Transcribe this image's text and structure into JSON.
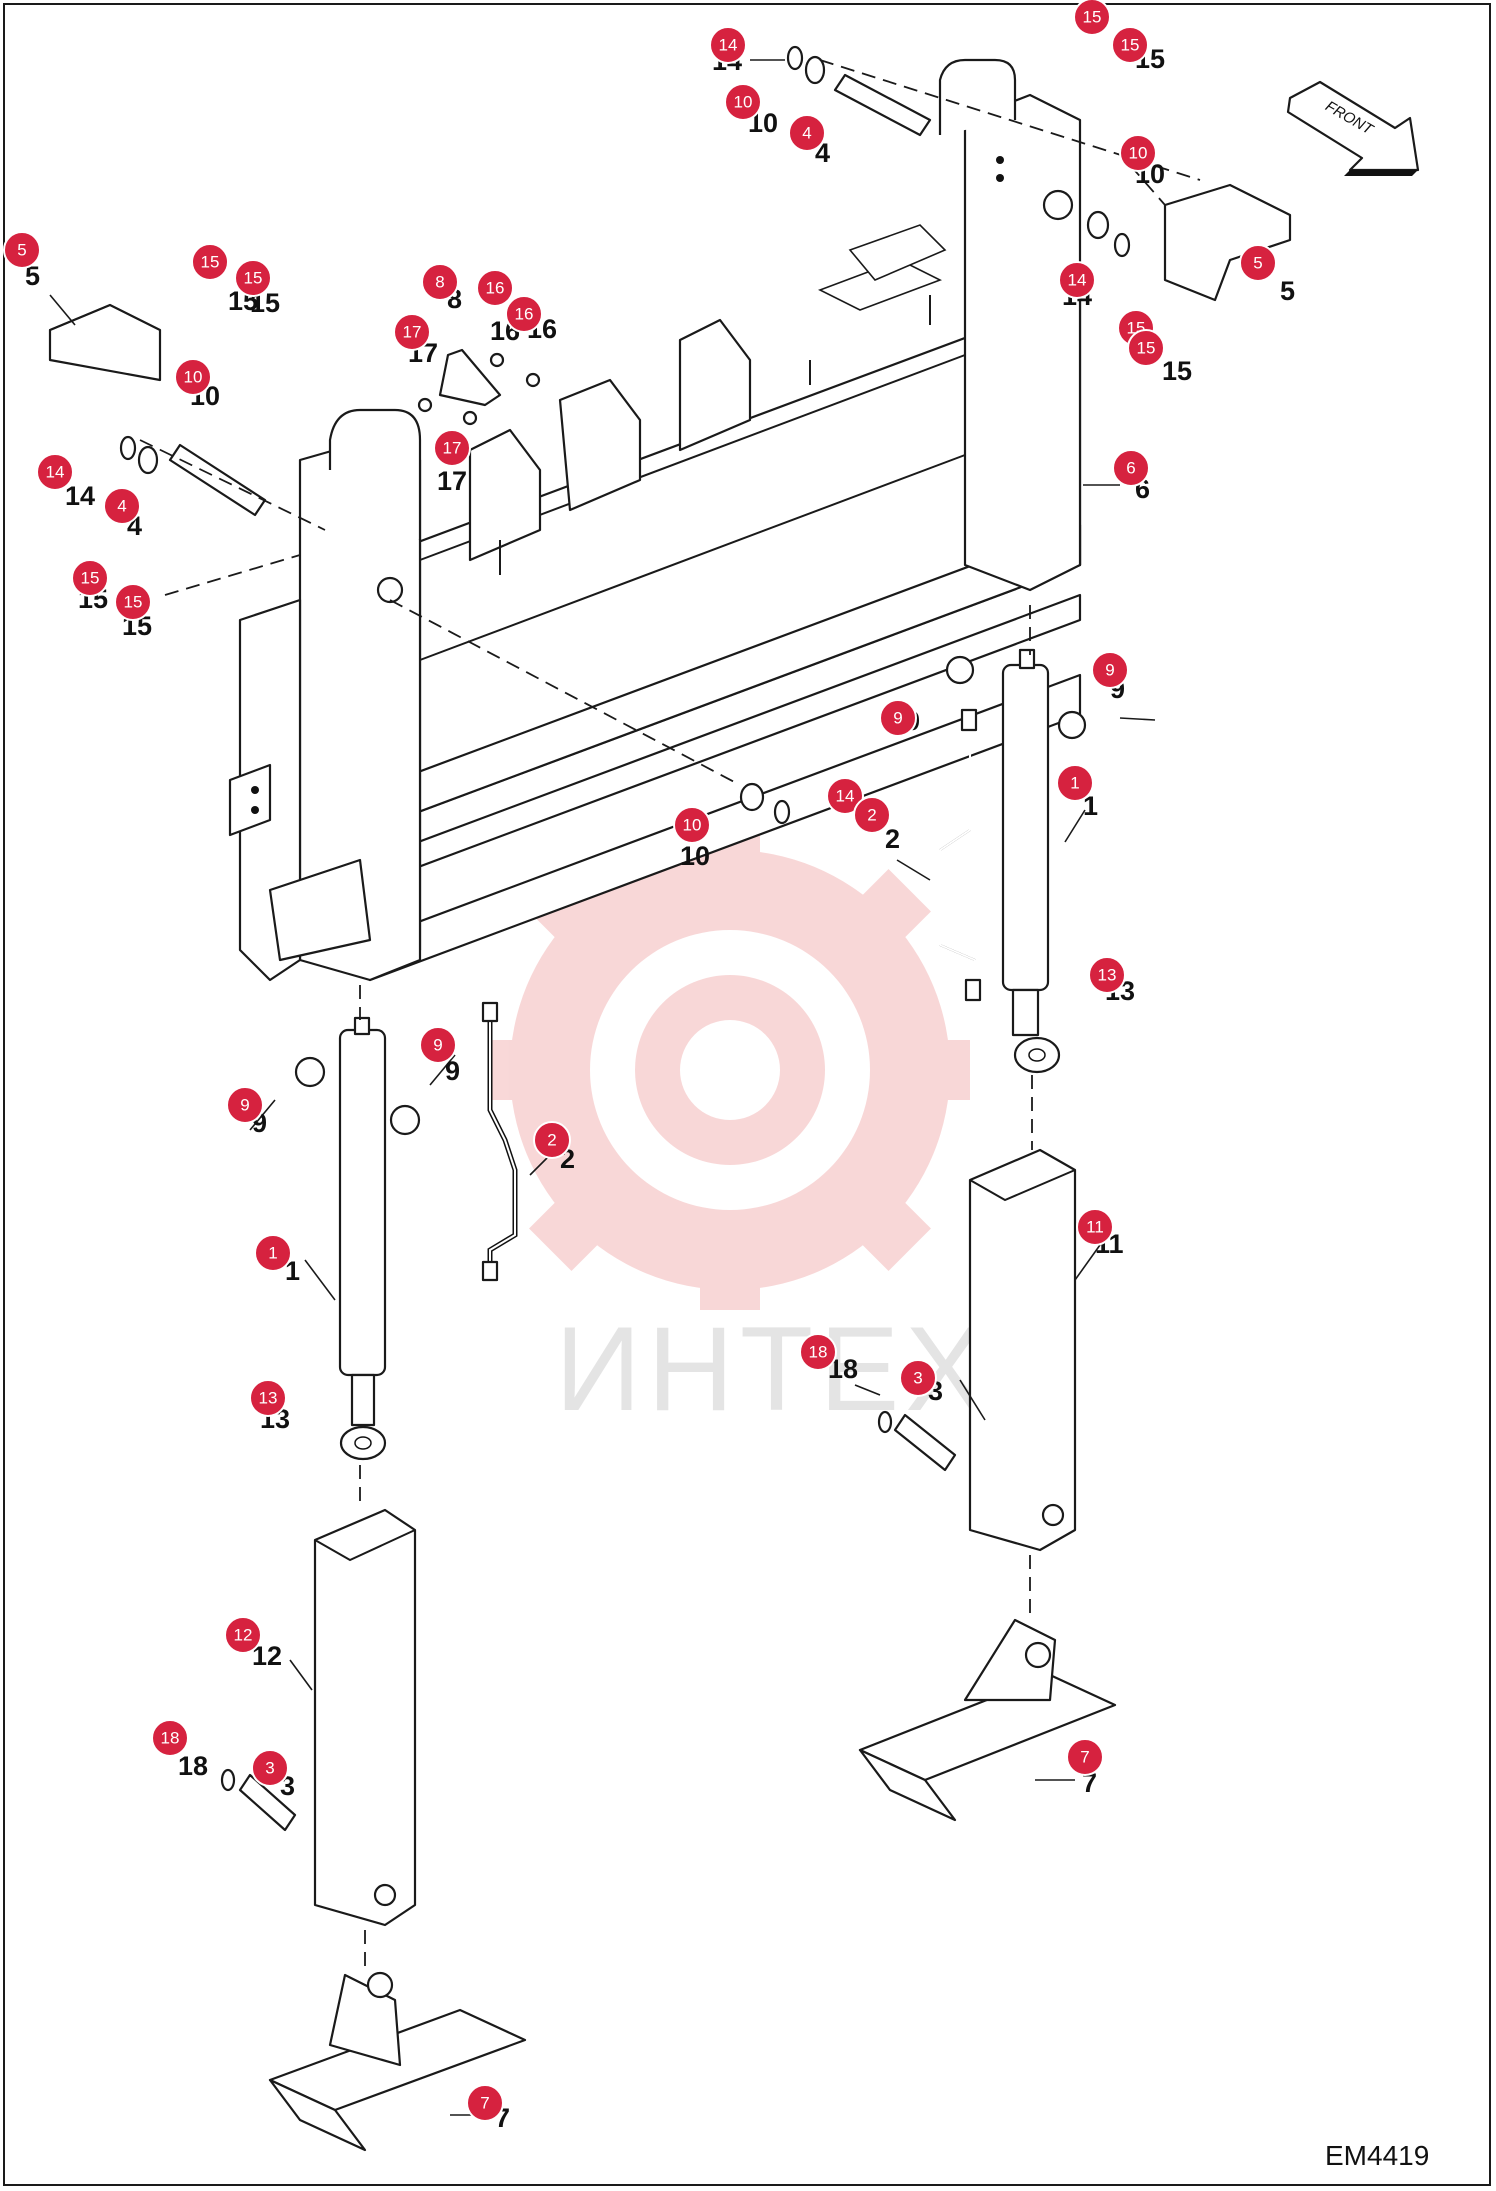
{
  "diagram": {
    "drawing_code": "EM4419",
    "direction_label": "FRONT",
    "watermark_text": "ИНТЕХ",
    "callouts": [
      {
        "n": "14",
        "text": "14"
      },
      {
        "n": "10",
        "text": "10"
      },
      {
        "n": "4",
        "text": "4"
      },
      {
        "n": "15",
        "text": "15"
      },
      {
        "n": "5",
        "text": "5"
      },
      {
        "n": "8",
        "text": "8"
      },
      {
        "n": "16",
        "text": "16"
      },
      {
        "n": "17",
        "text": "17"
      },
      {
        "n": "6",
        "text": "6"
      },
      {
        "n": "9",
        "text": "9"
      },
      {
        "n": "1",
        "text": "1"
      },
      {
        "n": "2",
        "text": "2"
      },
      {
        "n": "13",
        "text": "13"
      },
      {
        "n": "11",
        "text": "11"
      },
      {
        "n": "18",
        "text": "18"
      },
      {
        "n": "3",
        "text": "3"
      },
      {
        "n": "12",
        "text": "12"
      },
      {
        "n": "7",
        "text": "7"
      }
    ]
  }
}
